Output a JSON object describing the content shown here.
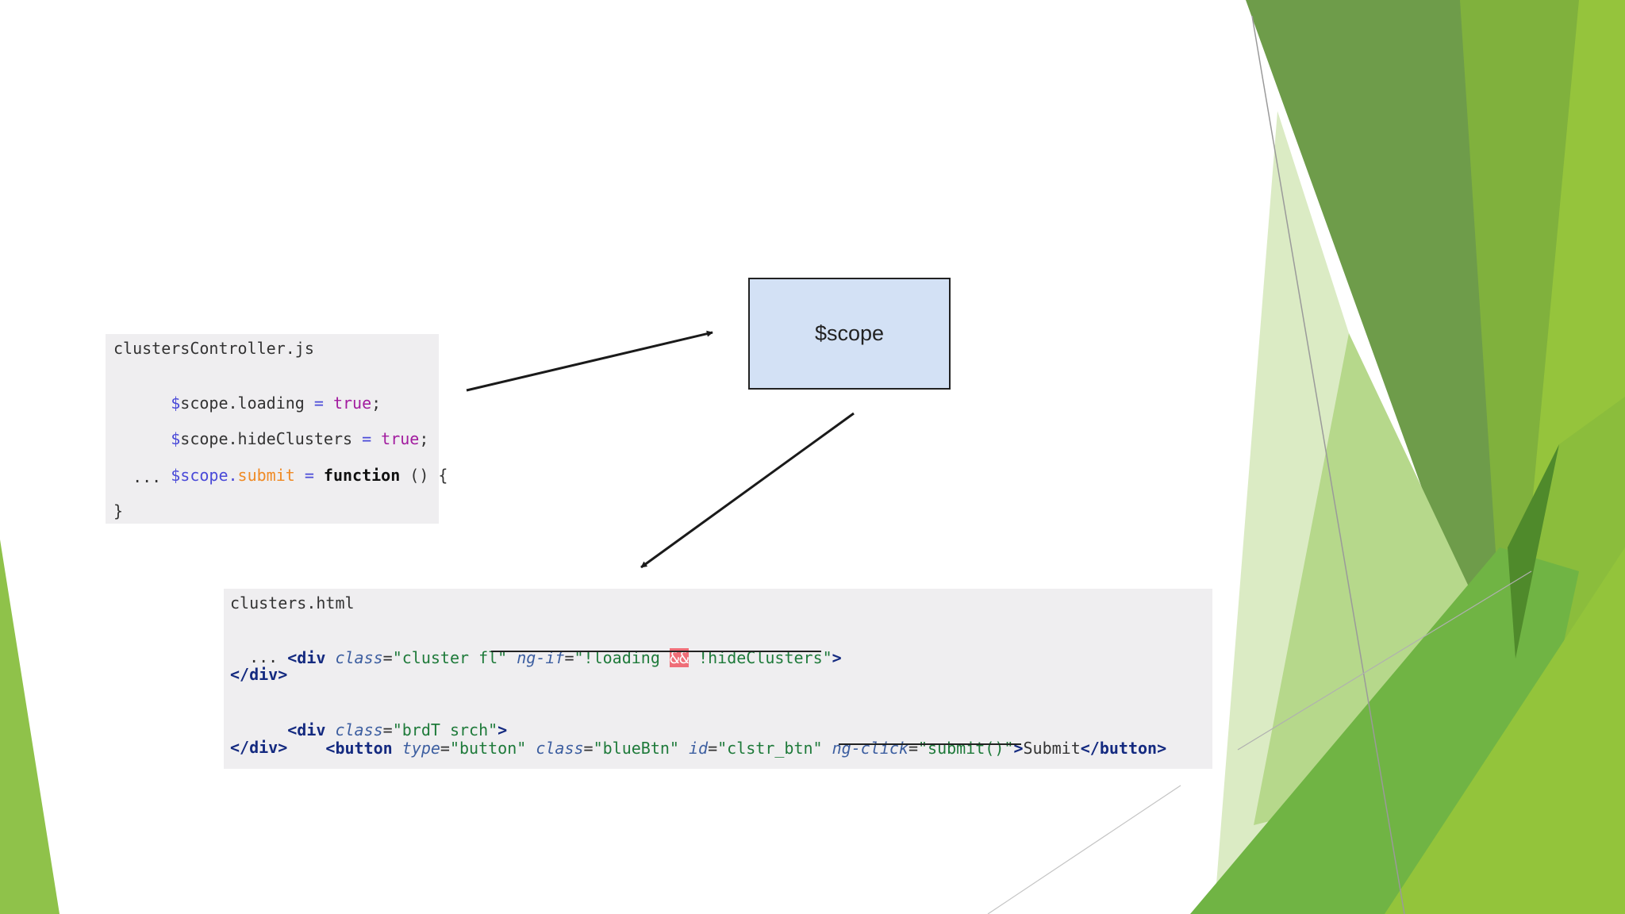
{
  "diagram": {
    "scope_box": {
      "label": "$scope",
      "fill": "#d3e1f5"
    },
    "controller_snippet": {
      "filename": "clustersController.js",
      "lines": {
        "l1": {
          "t1": "$",
          "t2": "scope.loading ",
          "t3": "= ",
          "t4": "true",
          "t5": ";"
        },
        "l2": {
          "t1": "$",
          "t2": "scope.hideClusters ",
          "t3": "= ",
          "t4": "true",
          "t5": ";"
        },
        "l3": {
          "t1": "$scope.",
          "t2": "submit",
          "t3": " = ",
          "t4": "function",
          "t5": " () {"
        },
        "l4": "  ...",
        "l5": "}"
      }
    },
    "template_snippet": {
      "filename": "clusters.html",
      "lines": {
        "l1": {
          "t1": "<div",
          "t2": " class",
          "t3": "=",
          "t4": "\"cluster fl\"",
          "t5": " ng-if",
          "t6": "=",
          "t7": "\"!loading ",
          "t8": "&&",
          "t9": " !hideClusters\"",
          "t10": ">"
        },
        "l2": "  ...",
        "l3": "</div>",
        "l4": {
          "t1": "<div",
          "t2": " class",
          "t3": "=",
          "t4": "\"brdT srch\"",
          "t5": ">"
        },
        "l5": {
          "t1": "    <button",
          "t2": " type",
          "t3": "=",
          "t4": "\"button\"",
          "t5": " class",
          "t6": "=",
          "t7": "\"blueBtn\"",
          "t8": " id",
          "t9": "=",
          "t10": "\"clstr_btn\"",
          "t11": " ng-click",
          "t12": "=",
          "t13": "\"submit()\"",
          "t14": ">",
          "t15": "Submit",
          "t16": "</button",
          "t17": ">"
        },
        "l6": "</div>"
      }
    }
  },
  "theme": {
    "accent_dark": "#4f8a2b",
    "accent": "#7ab53a",
    "accent_light": "#9cc74a",
    "panel_background": "#efeef0"
  }
}
